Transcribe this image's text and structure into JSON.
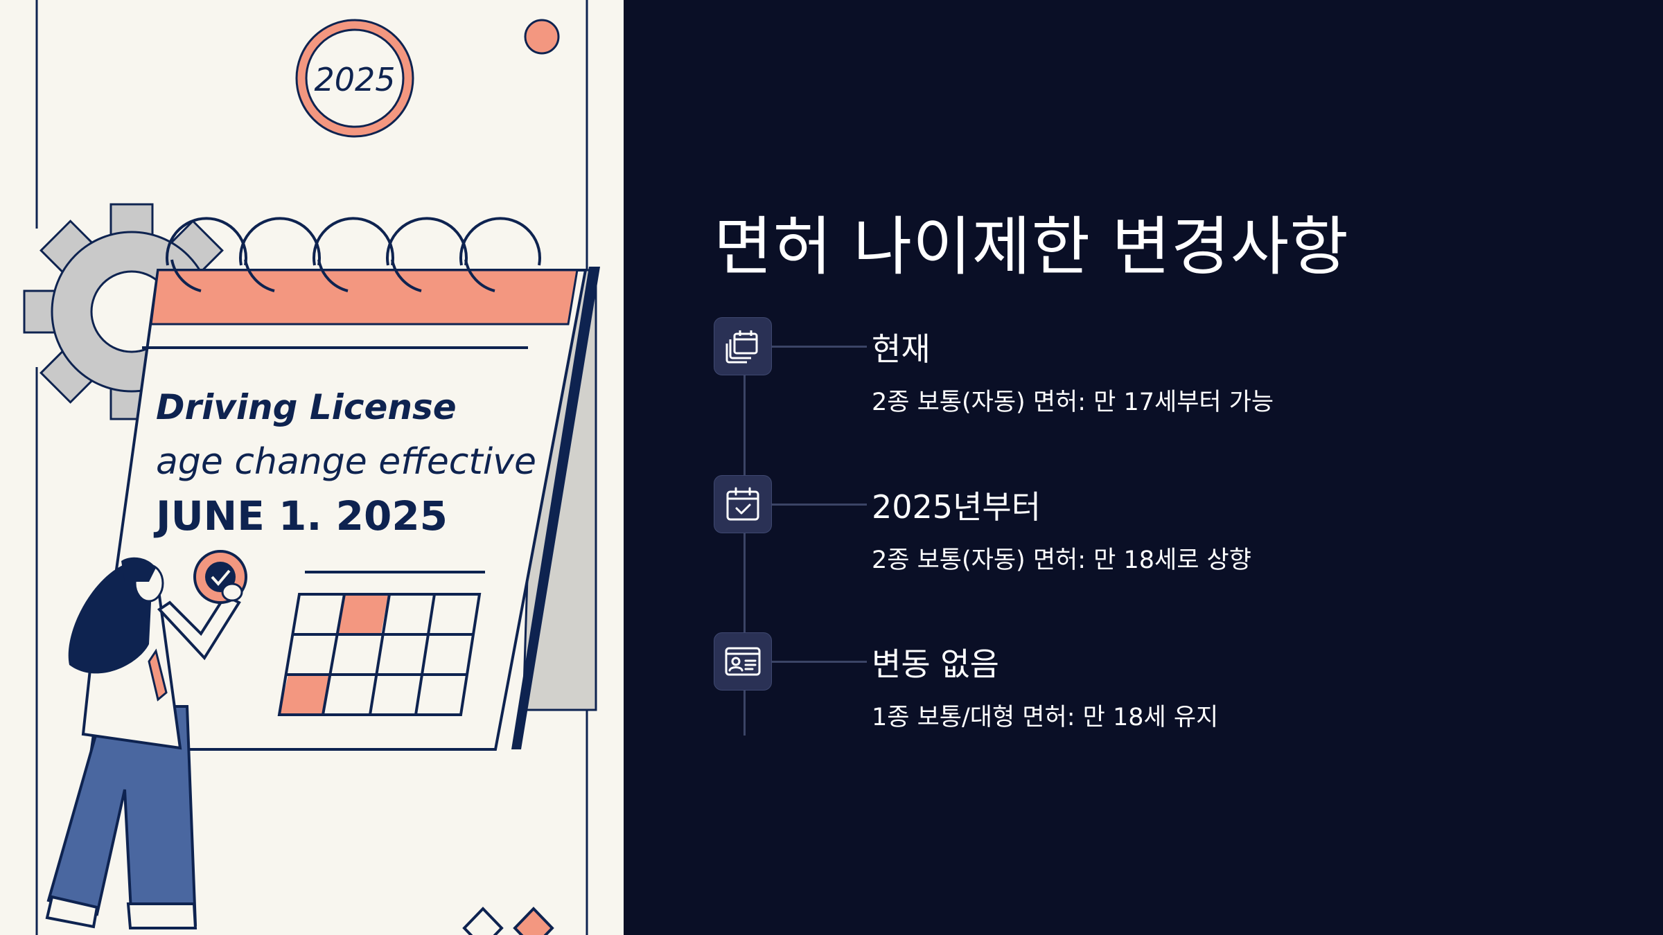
{
  "illustration": {
    "year_badge": "2025",
    "license_line1": "Driving License",
    "license_line2": "age change effective",
    "license_line3": "JUNE 1. 2025",
    "colors": {
      "navy": "#0e2350",
      "coral": "#f39780",
      "gear": "#c9c9c9",
      "cream": "#f8f6ef",
      "pants": "#4a67a0"
    }
  },
  "slide": {
    "title": "면허 나이제한 변경사항",
    "items": [
      {
        "icon": "calendar-stack-icon",
        "heading": "현재",
        "desc": "2종 보통(자동) 면허: 만 17세부터 가능"
      },
      {
        "icon": "calendar-check-icon",
        "heading": "2025년부터",
        "desc": "2종 보통(자동) 면허: 만 18세로 상향"
      },
      {
        "icon": "id-card-icon",
        "heading": "변동 없음",
        "desc": "1종 보통/대형 면허: 만 18세 유지"
      }
    ]
  },
  "colors": {
    "background": "#0a0f26",
    "icon_box": "#2a3155",
    "line": "#3b4466",
    "text": "#ffffff"
  }
}
